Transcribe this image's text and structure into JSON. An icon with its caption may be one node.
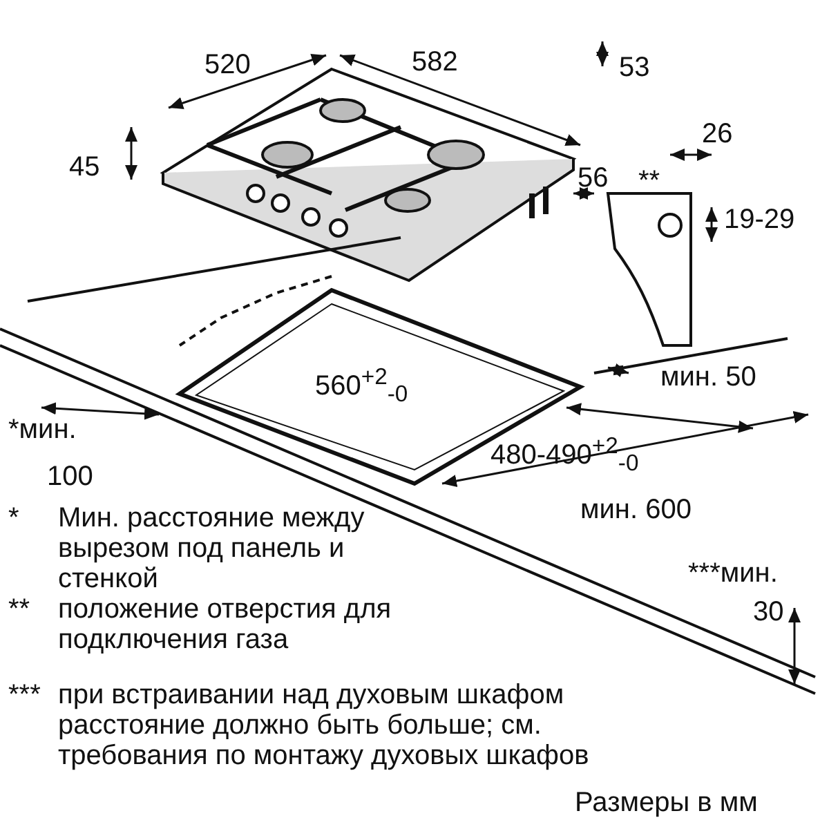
{
  "diagram": {
    "labels": [
      "520",
      "582",
      "53",
      "45",
      "26",
      "**",
      "56",
      "19-29",
      "560$^{+2}$$_{-0}$",
      "мин. 50",
      "*мин.",
      "100",
      "480-490$^{+2}$$_{-0}$",
      "мин. 600",
      "***мин.",
      "30",
      "*",
      "Мин. расстояние между вырезом под панель и стенкой",
      "**",
      "положение отверстия для подключения газа",
      "***",
      "при встраивании над духовым шкафом расстояние должно быть больше; см. требования по монтажу духовых шкафов",
      "Размеры в мм"
    ]
  }
}
